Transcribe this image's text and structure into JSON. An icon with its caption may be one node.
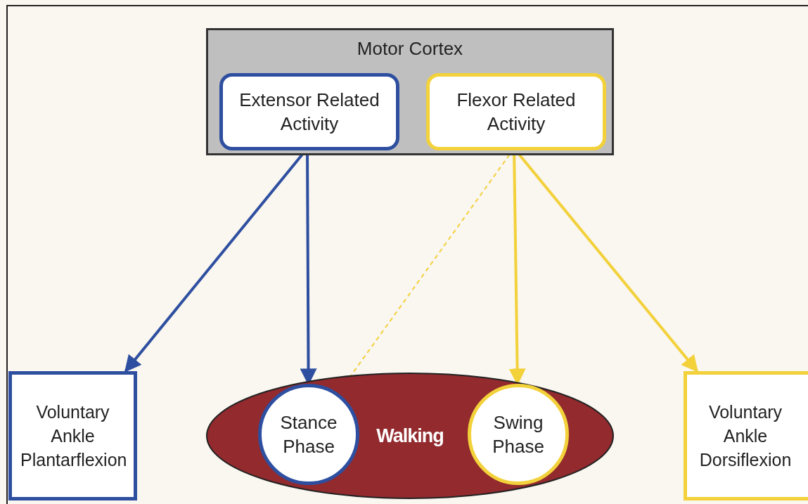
{
  "diagram": {
    "nodes": [
      {
        "text": [
          "Motor Cortex"
        ]
      },
      {
        "text": [
          "Extensor Related Activity"
        ],
        "in": 0
      },
      {
        "text": [
          "Flexor Related Activity"
        ],
        "in": 0
      },
      {
        "text": [
          "Voluntary Ankle Plantarflexion"
        ]
      },
      {
        "text": [
          "Walking"
        ]
      },
      {
        "text": [
          "Stance Phase"
        ],
        "in": 4
      },
      {
        "text": [
          "Swing Phase"
        ],
        "in": 4
      },
      {
        "text": [
          "Voluntary Ankle Dorsiflexion"
        ]
      }
    ],
    "edges": [
      {
        "from": 1,
        "to": 3,
        "arrow": "to",
        "color": "#2e4fa0"
      },
      {
        "from": 1,
        "to": 5,
        "arrow": "to",
        "color": "#2e4fa0"
      },
      {
        "from": 2,
        "to": 5,
        "arrow": "to",
        "style": "dashed"
      },
      {
        "from": 2,
        "to": 6,
        "arrow": "to"
      },
      {
        "from": 2,
        "to": 7,
        "arrow": "to"
      }
    ]
  }
}
